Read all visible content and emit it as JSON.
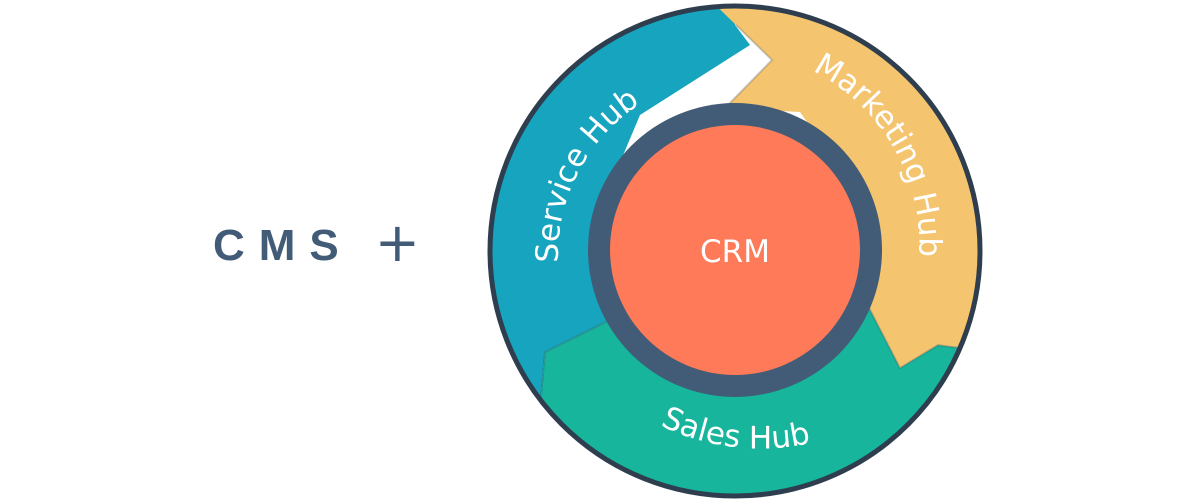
{
  "prefix": {
    "cms": "CMS",
    "plus": "+"
  },
  "flywheel": {
    "core": "CRM",
    "hubs": {
      "service": "Service Hub",
      "marketing": "Marketing Hub",
      "sales": "Sales Hub"
    },
    "colors": {
      "service": "#16a4be",
      "marketing": "#f4c46f",
      "sales": "#16b59c",
      "ring": "#425b76",
      "core": "#ff7a59",
      "outline": "#2e3e4f"
    }
  }
}
